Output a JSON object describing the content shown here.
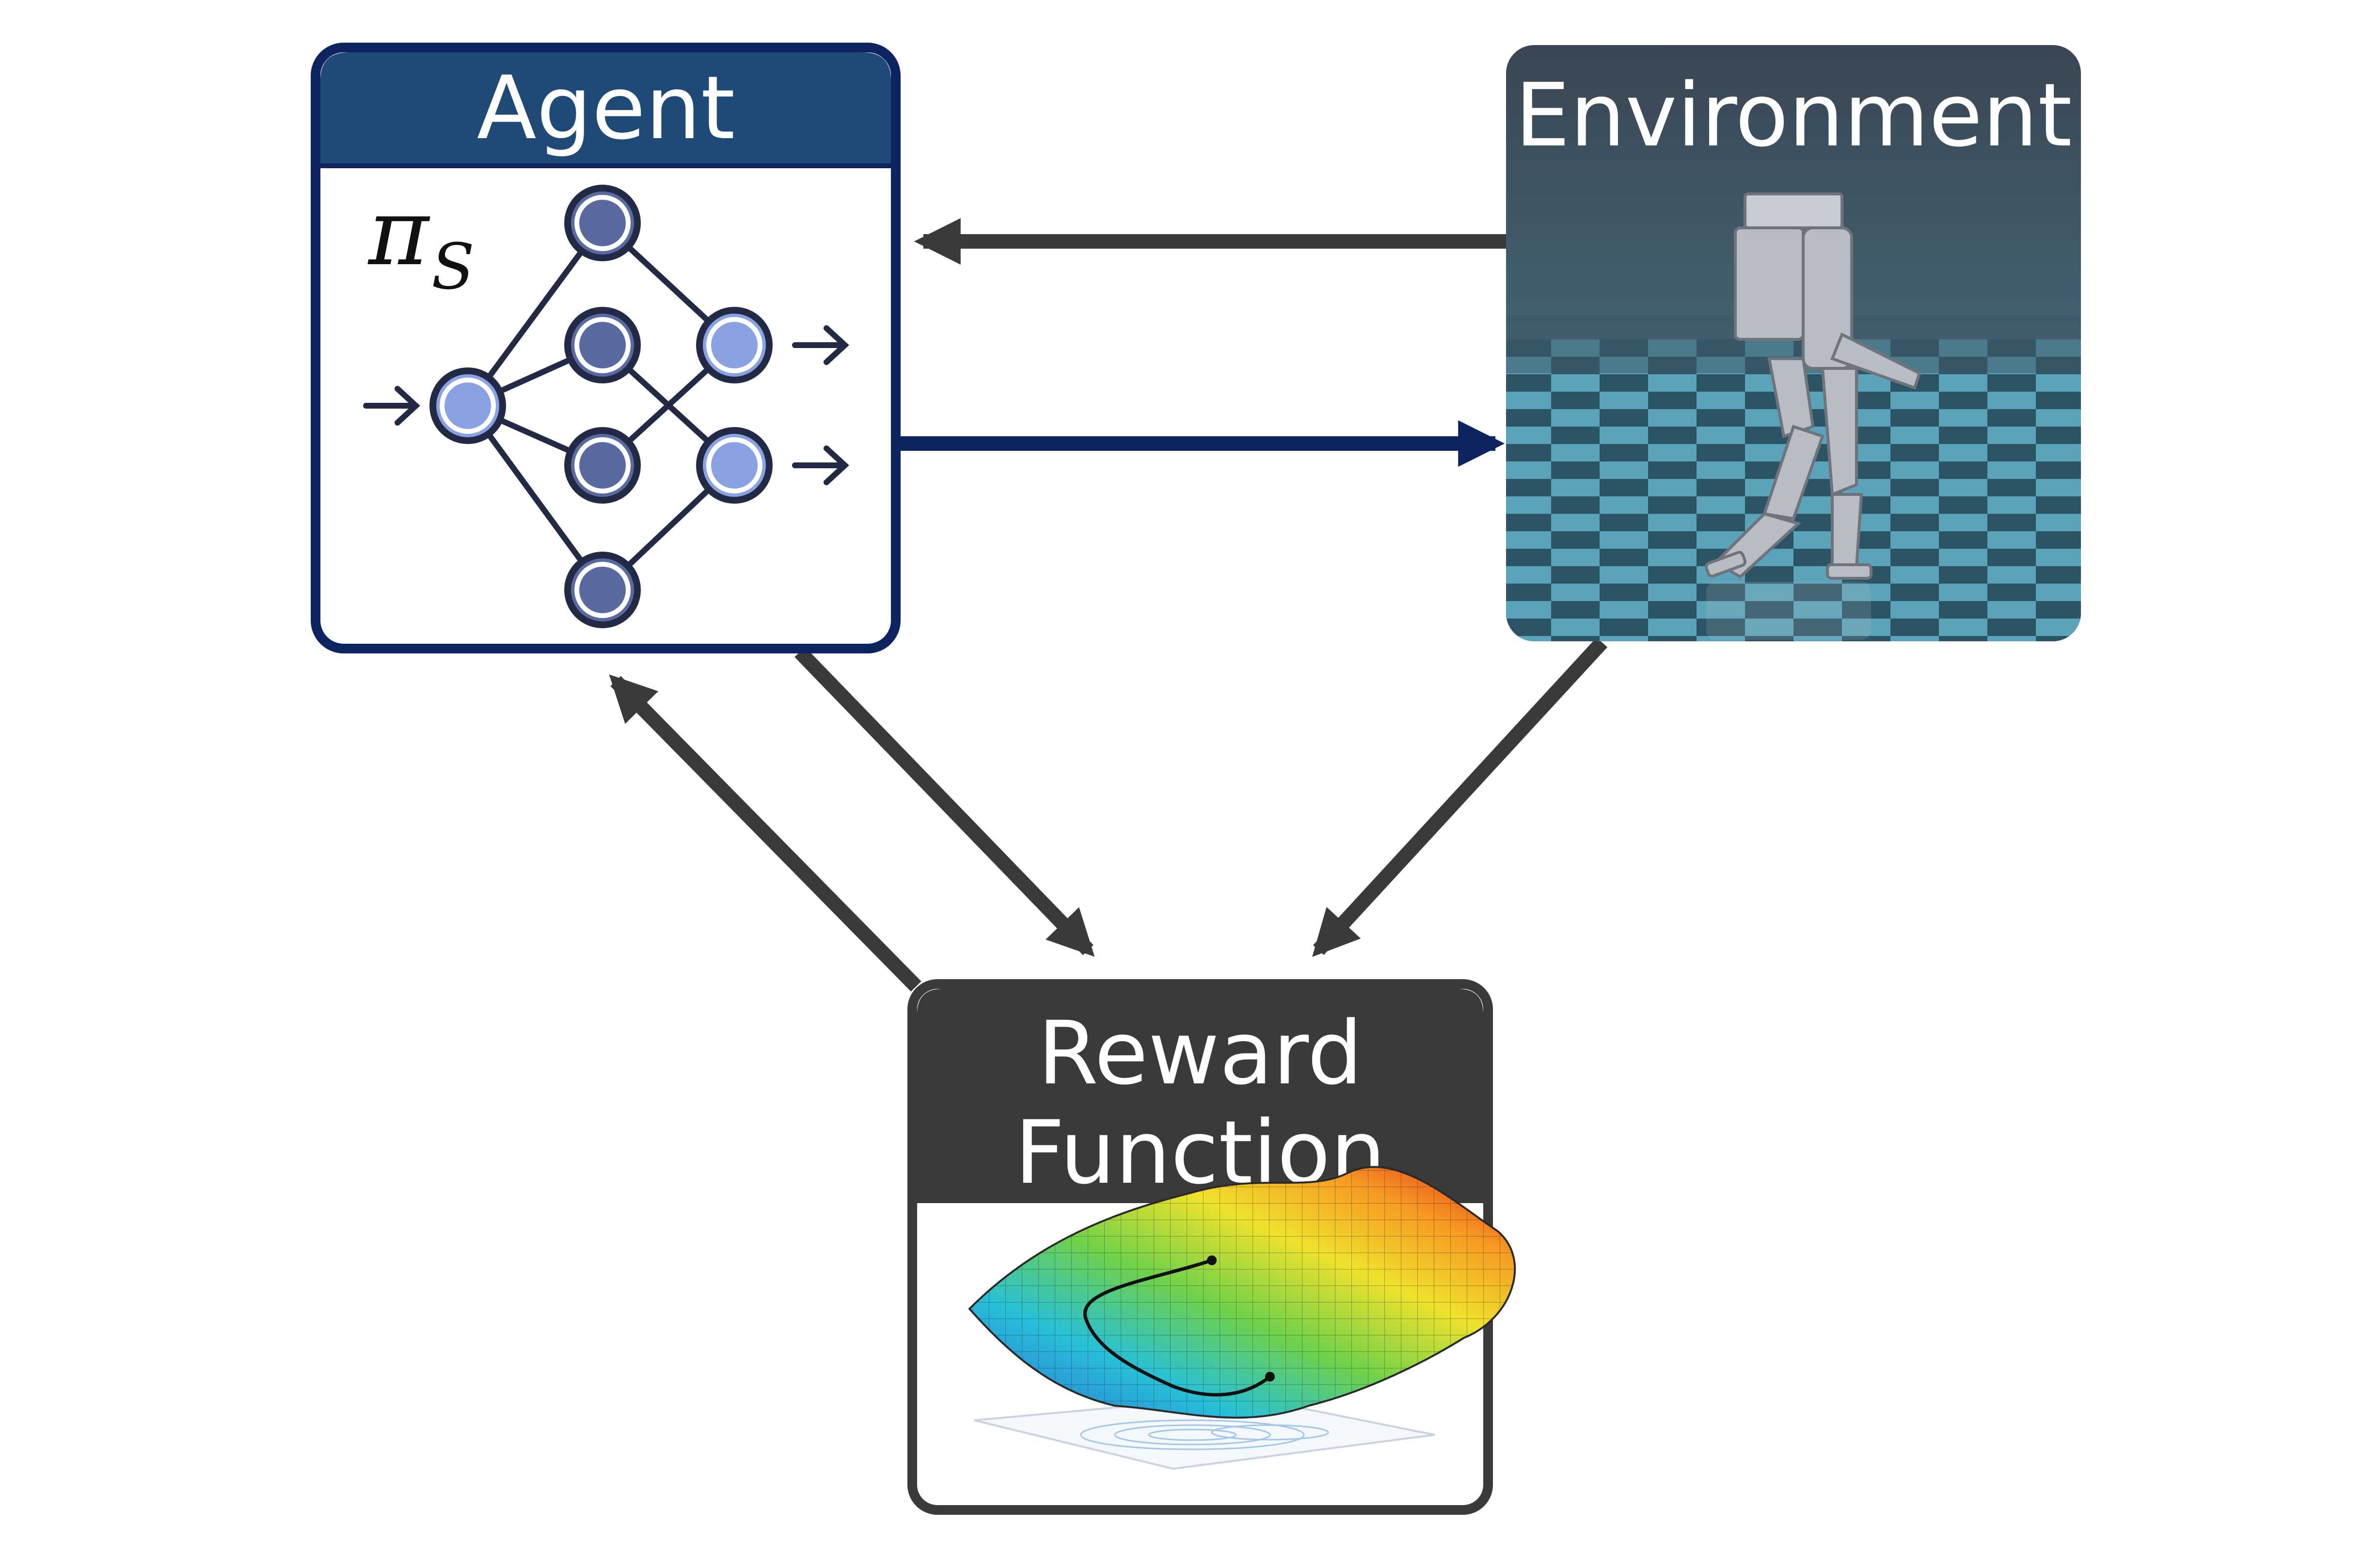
{
  "agent": {
    "title": "Agent",
    "policy_symbol": "π",
    "policy_subscript": "S"
  },
  "environment": {
    "title": "Environment"
  },
  "reward": {
    "title_line1": "Reward",
    "title_line2": "Function"
  },
  "colors": {
    "agent_header": "#1f4a78",
    "agent_border": "#0d2460",
    "agent_arrow": "#0d2460",
    "gray_arrow": "#3a3a3a",
    "reward_header": "#3a3a3a",
    "env_bg_top": "#3d4f5c",
    "env_bg_bottom": "#4a8294",
    "node_dark": "#5a6aa0",
    "node_light": "#8aa2e2",
    "node_stroke": "#232a45"
  }
}
